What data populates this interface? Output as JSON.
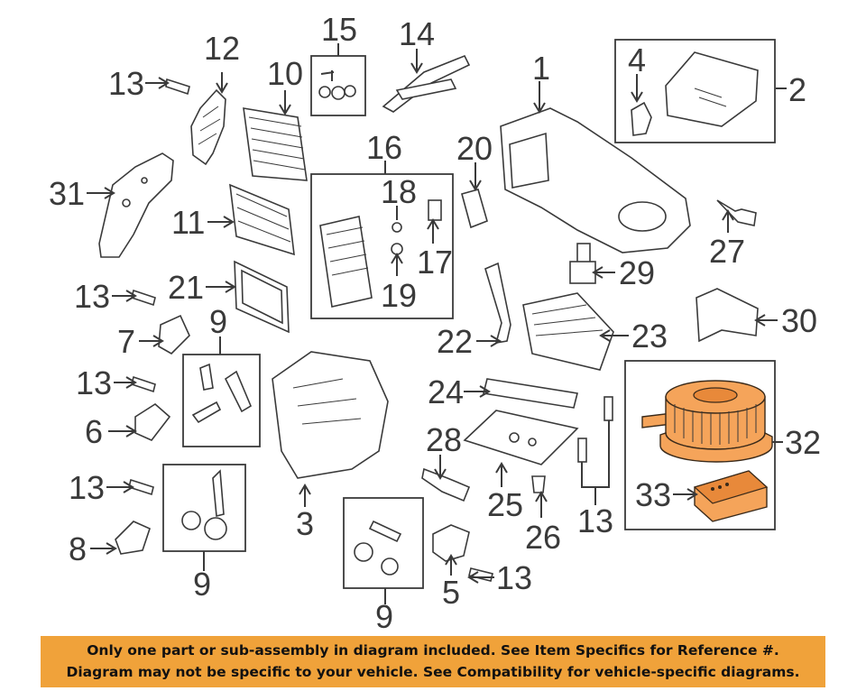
{
  "callouts": {
    "n1": "1",
    "n2": "2",
    "n3": "3",
    "n4": "4",
    "n5": "5",
    "n6": "6",
    "n7": "7",
    "n8": "8",
    "n9a": "9",
    "n9b": "9",
    "n9c": "9",
    "n10": "10",
    "n11": "11",
    "n12": "12",
    "n13a": "13",
    "n13b": "13",
    "n13c": "13",
    "n13d": "13",
    "n13e": "13",
    "n13f": "13",
    "n14": "14",
    "n15": "15",
    "n16": "16",
    "n17": "17",
    "n18": "18",
    "n19": "19",
    "n20": "20",
    "n21": "21",
    "n22": "22",
    "n23": "23",
    "n24": "24",
    "n25": "25",
    "n26": "26",
    "n27": "27",
    "n28": "28",
    "n29": "29",
    "n30": "30",
    "n31": "31",
    "n32": "32",
    "n33": "33"
  },
  "banner": {
    "line1": "Only one part or sub-assembly in diagram included. See Item Specifics for Reference #.",
    "line2": "Diagram may not be specific to your vehicle. See Compatibility for vehicle-specific diagrams."
  },
  "colors": {
    "highlight": "#f5a45a",
    "banner": "#f0a23a",
    "ink": "#3a3a3a"
  }
}
